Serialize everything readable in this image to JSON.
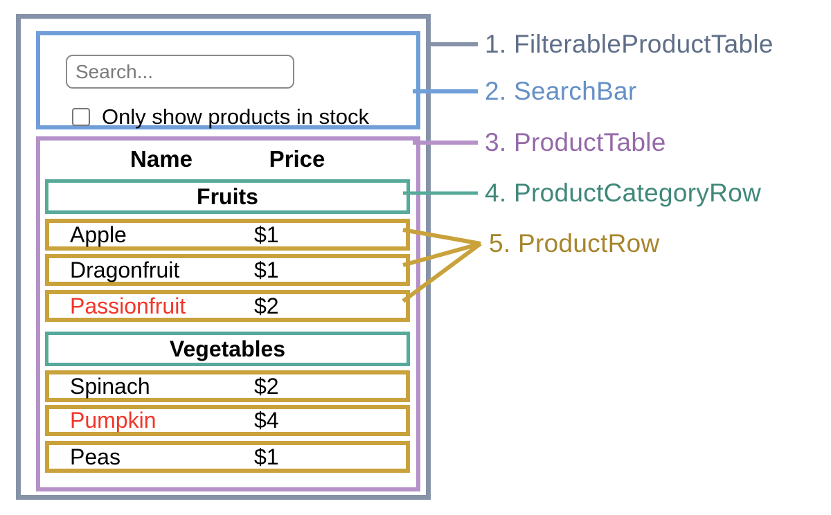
{
  "colors": {
    "filterable_product_table_border": "#8692a7",
    "search_bar_border": "#6f9ed9",
    "product_table_border": "#b691c9",
    "product_category_row_border": "#57a99a",
    "product_row_border": "#c9a23c",
    "out_of_stock_text": "#f23528",
    "legend_1_text": "#5f6e88",
    "legend_2_text": "#6590c6",
    "legend_3_text": "#9569a9",
    "legend_4_text": "#3f8879",
    "legend_5_text": "#a6852c"
  },
  "search_bar": {
    "placeholder": "Search...",
    "checkbox_label": "Only show products in stock",
    "checkbox_checked": false
  },
  "product_table": {
    "headers": {
      "name": "Name",
      "price": "Price"
    },
    "sections": [
      {
        "category": "Fruits",
        "rows": [
          {
            "name": "Apple",
            "price": "$1",
            "in_stock": true
          },
          {
            "name": "Dragonfruit",
            "price": "$1",
            "in_stock": true
          },
          {
            "name": "Passionfruit",
            "price": "$2",
            "in_stock": false
          }
        ]
      },
      {
        "category": "Vegetables",
        "rows": [
          {
            "name": "Spinach",
            "price": "$2",
            "in_stock": true
          },
          {
            "name": "Pumpkin",
            "price": "$4",
            "in_stock": false
          },
          {
            "name": "Peas",
            "price": "$1",
            "in_stock": true
          }
        ]
      }
    ]
  },
  "legend": [
    {
      "label": "1. FilterableProductTable"
    },
    {
      "label": "2. SearchBar"
    },
    {
      "label": "3. ProductTable"
    },
    {
      "label": "4. ProductCategoryRow"
    },
    {
      "label": "5. ProductRow"
    }
  ]
}
